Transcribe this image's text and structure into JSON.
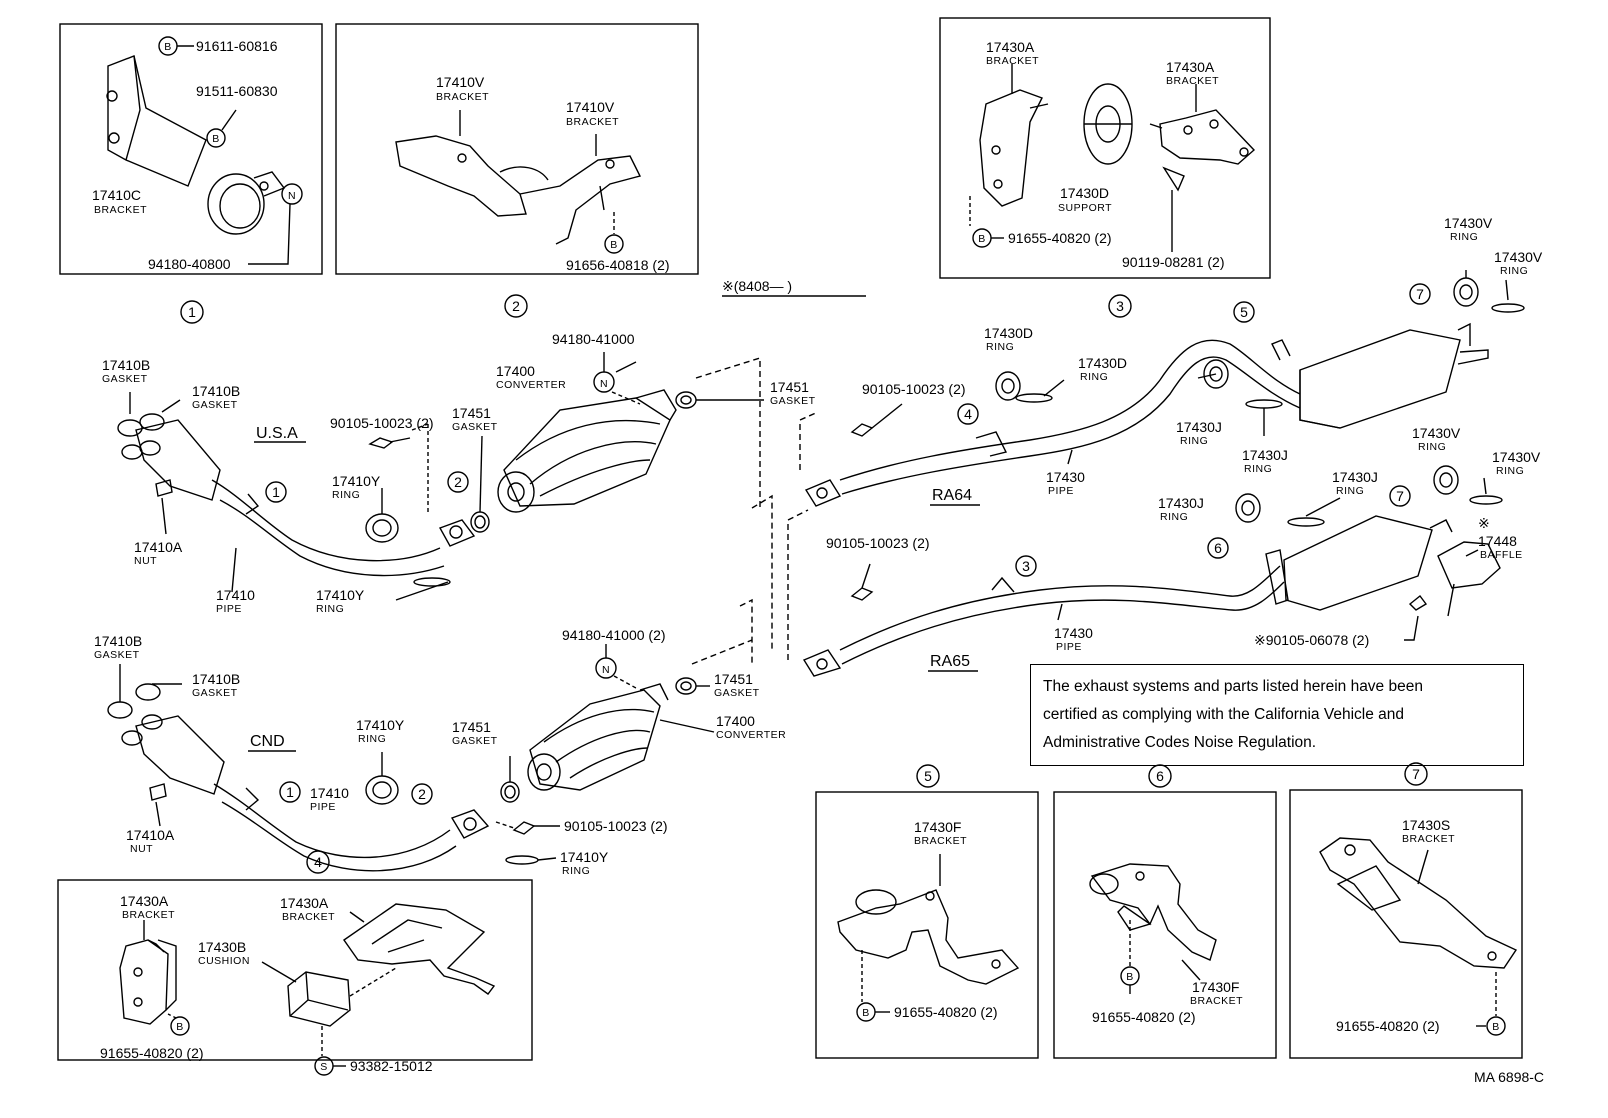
{
  "diagram": {
    "inset_labels": [
      "1",
      "2",
      "3",
      "4",
      "5",
      "6",
      "7"
    ],
    "serial_note": "※(8408—      )",
    "region_labels": {
      "usa": "U.S.A",
      "cnd": "CND",
      "ra64": "RA64",
      "ra65": "RA65"
    },
    "parts": {
      "b1": "91611-60816",
      "b2": "91511-60830",
      "bracket_17410c": "17410C",
      "bracket": "BRACKET",
      "n_94180_40800": "94180-40800",
      "bracket_17410v_a": "17410V",
      "bracket_17410v_b": "17410V",
      "b_91656": "91656-40818 (2)",
      "bracket_17430a_a": "17430A",
      "bracket_17430a_b": "17430A",
      "support_17430d": "17430D",
      "support": "SUPPORT",
      "b_91655_top": "91655-40820 (2)",
      "bolt_90119": "90119-08281 (2)",
      "gasket_17410b_1": "17410B",
      "gasket": "GASKET",
      "gasket_17410b_2": "17410B",
      "nut_17410a_1": "17410A",
      "nut": "NUT",
      "pipe_17410_1": "17410",
      "pipe": "PIPE",
      "ring_17410y_1": "17410Y",
      "ring": "RING",
      "ring_17410y_2": "17410Y",
      "bolt_90105_1": "90105-10023 (2)",
      "gasket_17451_1": "17451",
      "converter_17400_1": "17400",
      "converter": "CONVERTER",
      "n_94180_41000": "94180-41000",
      "gasket_17451_2": "17451",
      "bolt_90105_ra64": "90105-10023 (2)",
      "ring_17430d_a": "17430D",
      "ring_17430d_b": "17430D",
      "pipe_17430_ra64": "17430",
      "ring_17430j_a": "17430J",
      "ring_17430j_b": "17430J",
      "ring_17430v_a": "17430V",
      "ring_17430v_b": "17430V",
      "bolt_90105_ra65": "90105-10023 (2)",
      "pipe_17430_ra65": "17430",
      "ring_17430j_c": "17430J",
      "ring_17430j_d": "17430J",
      "ring_17430v_c": "17430V",
      "ring_17430v_d": "17430V",
      "baffle_17448": "17448",
      "baffle": "BAFFLE",
      "bolt_90105_06078": "※90105-06078 (2)",
      "gasket_17410b_3": "17410B",
      "gasket_17410b_4": "17410B",
      "nut_17410a_2": "17410A",
      "ring_17410y_3": "17410Y",
      "gasket_17451_3": "17451",
      "pipe_17410_2": "17410",
      "bolt_90105_cnd": "90105-10023 (2)",
      "ring_17410y_4": "17410Y",
      "n_94180_41000_2": "94180-41000 (2)",
      "gasket_17451_4": "17451",
      "converter_17400_2": "17400",
      "bracket_17430a_c": "17430A",
      "bracket_17430a_d": "17430A",
      "cushion_17430b": "17430B",
      "cushion": "CUSHION",
      "b_91655_bl": "91655-40820 (2)",
      "s_93382": "93382-15012",
      "bracket_17430f_a": "17430F",
      "b_91655_5": "91655-40820 (2)",
      "bracket_17430f_b": "17430F",
      "b_91655_6": "91655-40820 (2)",
      "bracket_17430s": "17430S",
      "b_91655_7": "91655-40820 (2)"
    },
    "circle_letters": {
      "b": "B",
      "n": "N",
      "s": "S"
    },
    "note_lines": [
      "The exhaust systems and parts listed herein have been",
      "certified as complying with the California Vehicle and",
      "Administrative Codes Noise Regulation."
    ],
    "doc_code": "MA  6898-C"
  }
}
